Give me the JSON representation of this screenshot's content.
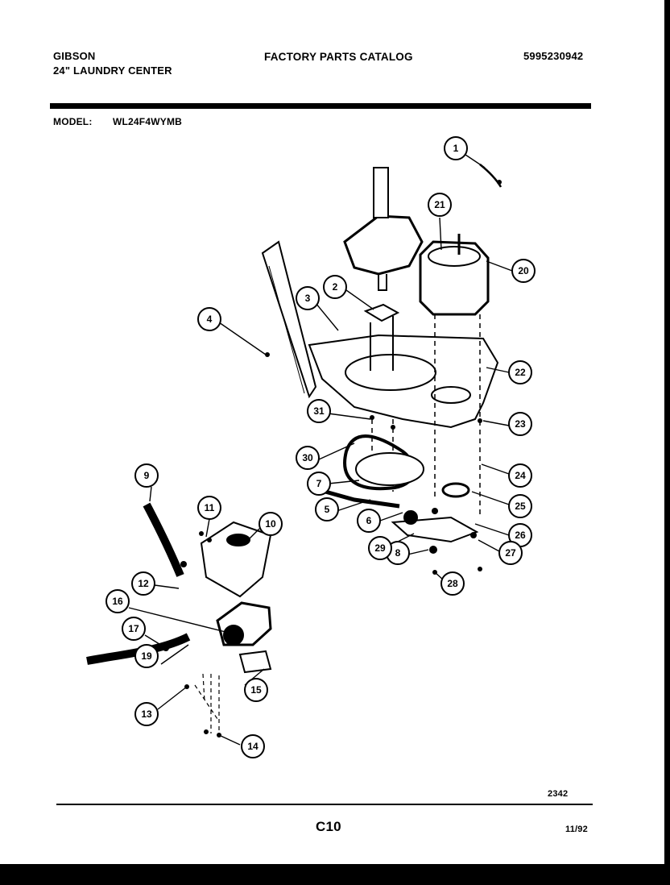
{
  "header": {
    "brand": "GIBSON",
    "product": "24\" LAUNDRY CENTER",
    "catalog_title": "FACTORY PARTS CATALOG",
    "catalog_number": "5995230942",
    "model_label": "MODEL:",
    "model_value": "WL24F4WYMB"
  },
  "callouts": [
    "1",
    "2",
    "3",
    "4",
    "5",
    "6",
    "7",
    "8",
    "9",
    "10",
    "11",
    "12",
    "13",
    "14",
    "15",
    "16",
    "17",
    "19",
    "20",
    "21",
    "22",
    "23",
    "24",
    "25",
    "26",
    "27",
    "28",
    "29",
    "30",
    "31"
  ],
  "footer": {
    "diagram_code": "2342",
    "page_code": "C10",
    "date": "11/92"
  }
}
